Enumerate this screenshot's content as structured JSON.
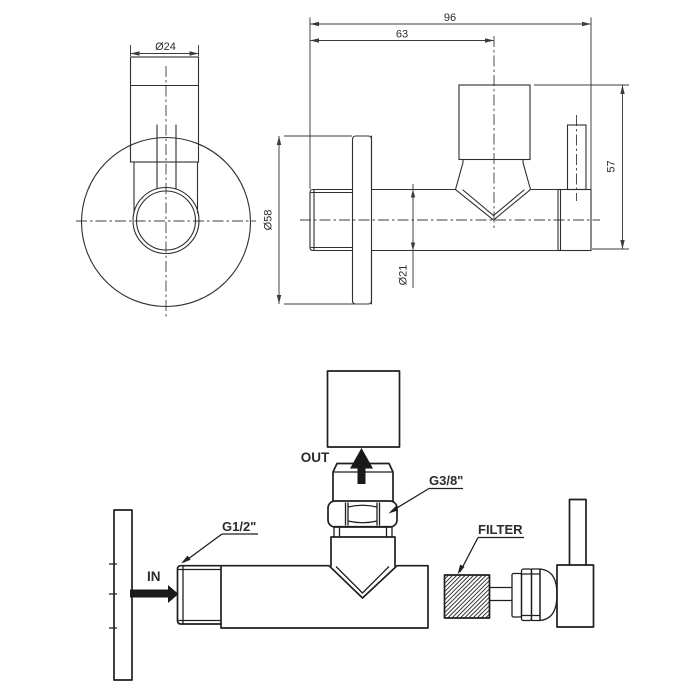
{
  "page": {
    "title": "Angle valve technical drawing"
  },
  "dimensions": {
    "handle_diameter": "Ø24",
    "rosette_diameter": "Ø58",
    "total_depth": "96",
    "outlet_axis_depth": "63",
    "height": "57",
    "body_diameter": "Ø21"
  },
  "labels": {
    "flow_in": "IN",
    "flow_out": "OUT",
    "inlet_thread": "G1/2\"",
    "outlet_thread": "G3/8\"",
    "filter": "FILTER"
  },
  "colors": {
    "line": "#2f2f2f",
    "bold_line": "#1f1f1f",
    "dimension_line": "#3c3c3c",
    "text": "#2b2b2b",
    "background": "#ffffff"
  }
}
